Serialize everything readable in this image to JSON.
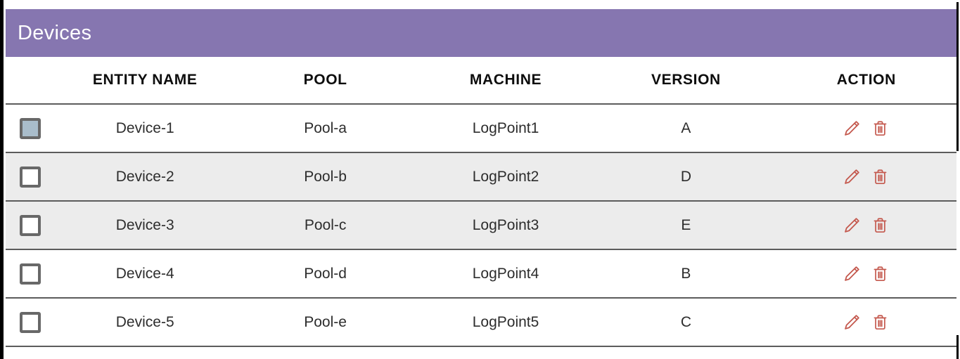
{
  "panel": {
    "title": "Devices"
  },
  "table": {
    "columns": {
      "entity_name": "ENTITY NAME",
      "pool": "POOL",
      "machine": "MACHINE",
      "version": "VERSION",
      "action": "ACTION"
    },
    "rows": [
      {
        "entity_name": "Device-1",
        "pool": "Pool-a",
        "machine": "LogPoint1",
        "version": "A",
        "selected": true,
        "shaded": false
      },
      {
        "entity_name": "Device-2",
        "pool": "Pool-b",
        "machine": "LogPoint2",
        "version": "D",
        "selected": false,
        "shaded": true
      },
      {
        "entity_name": "Device-3",
        "pool": "Pool-c",
        "machine": "LogPoint3",
        "version": "E",
        "selected": false,
        "shaded": true
      },
      {
        "entity_name": "Device-4",
        "pool": "Pool-d",
        "machine": "LogPoint4",
        "version": "B",
        "selected": false,
        "shaded": false
      },
      {
        "entity_name": "Device-5",
        "pool": "Pool-e",
        "machine": "LogPoint5",
        "version": "C",
        "selected": false,
        "shaded": false
      }
    ],
    "action_icons": {
      "edit": "pencil-icon",
      "delete": "trash-icon"
    }
  },
  "colors": {
    "accent": "#8676b0",
    "icon_red": "#c4584d",
    "row_alt_bg": "#ececec",
    "checkbox_fill": "#a9bdcb",
    "separator": "#5c5c5c"
  }
}
